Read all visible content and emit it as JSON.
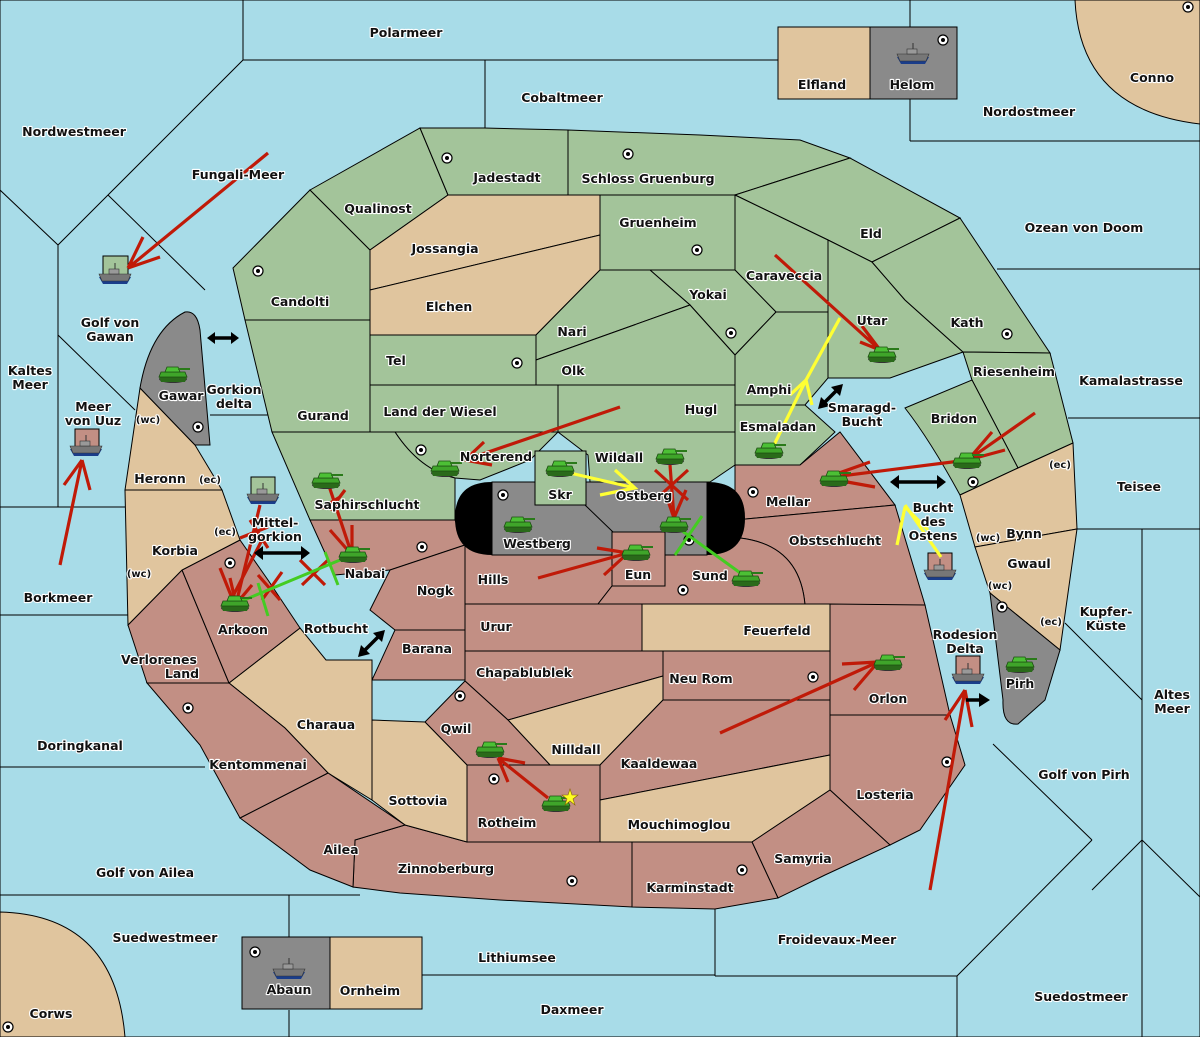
{
  "map": {
    "title": "Diplomacy-style map",
    "colors": {
      "sea": "#a8dce8",
      "green_power": "#a3c49a",
      "red_power": "#c28f84",
      "neutral": "#e0c59e",
      "impassable": "#8a8a8a",
      "order_attack": "#c01a08",
      "order_support": "#ffff33",
      "order_convoy": "#44cc22"
    },
    "seas": {
      "polarmeer": "Polarmeer",
      "cobaltmeer": "Cobaltmeer",
      "nordwestmeer": "Nordwestmeer",
      "fungali": "Fungali-Meer",
      "nordostmeer": "Nordostmeer",
      "ozean": "Ozean von Doom",
      "golf_gawan_1": "Golf von",
      "golf_gawan_2": "Gawan",
      "kaltes_1": "Kaltes",
      "kaltes_2": "Meer",
      "uuz_1": "Meer",
      "uuz_2": "von Uuz",
      "gorkion_1": "Gorkion",
      "gorkion_2": "delta",
      "mittel_1": "Mittel-",
      "mittel_2": "gorkion",
      "borkmeer": "Borkmeer",
      "rotbucht": "Rotbucht",
      "doringkanal": "Doringkanal",
      "golf_ailea": "Golf von Ailea",
      "suedwestmeer": "Suedwestmeer",
      "lithiumsee": "Lithiumsee",
      "daxmeer": "Daxmeer",
      "froidevaux": "Froidevaux-Meer",
      "suedostmeer": "Suedostmeer",
      "golf_pirh": "Golf von Pirh",
      "altes_1": "Altes",
      "altes_2": "Meer",
      "kupfer_1": "Kupfer-",
      "kupfer_2": "Küste",
      "teisee": "Teisee",
      "kamalastrasse": "Kamalastrasse",
      "smaragd_1": "Smaragd-",
      "smaragd_2": "Bucht",
      "bucht_1": "Bucht",
      "bucht_2": "des",
      "bucht_3": "Ostens",
      "rodesion_1": "Rodesion",
      "rodesion_2": "Delta"
    },
    "lands": {
      "elfland": "Elfland",
      "helom": "Helom",
      "conno": "Conno",
      "jadestadt": "Jadestadt",
      "schloss": "Schloss Gruenburg",
      "qualinost": "Qualinost",
      "jossangia": "Jossangia",
      "elchen": "Elchen",
      "gruenheim": "Gruenheim",
      "eld": "Eld",
      "caraveccia": "Caraveccia",
      "yokai": "Yokai",
      "nari": "Nari",
      "olk": "Olk",
      "candolti": "Candolti",
      "tel": "Tel",
      "gurand": "Gurand",
      "wiesel": "Land der Wiesel",
      "hugl": "Hugl",
      "utar": "Utar",
      "kath": "Kath",
      "riesenheim": "Riesenheim",
      "amphi": "Amphi",
      "esmaladan": "Esmaladan",
      "bridon": "Bridon",
      "norterend": "Norterend",
      "wildall": "Wildall",
      "skr": "Skr",
      "ostberg": "Ostberg",
      "westberg": "Westberg",
      "saphir": "Saphirschlucht",
      "gawar": "Gawar",
      "heronn": "Heronn",
      "korbia": "Korbia",
      "arkoon": "Arkoon",
      "nabai": "Nabai",
      "mellar": "Mellar",
      "obst": "Obstschlucht",
      "eun": "Eun",
      "sund": "Sund",
      "hills": "Hills",
      "nogk": "Nogk",
      "teisee_land": "",
      "bynn": "Bynn",
      "gwaul": "Gwaul",
      "pirh": "Pirh",
      "urur": "Urur",
      "feuerfeld": "Feuerfeld",
      "barana": "Barana",
      "chapa": "Chapablublek",
      "neurom": "Neu Rom",
      "orlon": "Orlon",
      "verlorenes_1": "Verlorenes",
      "verlorenes_2": "Land",
      "charaua": "Charaua",
      "qwil": "Qwil",
      "nilldall": "Nilldall",
      "kaaldewaa": "Kaaldewaa",
      "kentommenai": "Kentommenai",
      "sottovia": "Sottovia",
      "rotheim": "Rotheim",
      "mouchi": "Mouchimoglou",
      "losteria": "Losteria",
      "ailea": "Ailea",
      "zinnoberburg": "Zinnoberburg",
      "samyria": "Samyria",
      "karminstadt": "Karminstadt",
      "abaun": "Abaun",
      "ornheim": "Ornheim",
      "corws": "Corws"
    },
    "coasts": {
      "wc": "(wc)",
      "ec": "(ec)"
    }
  }
}
